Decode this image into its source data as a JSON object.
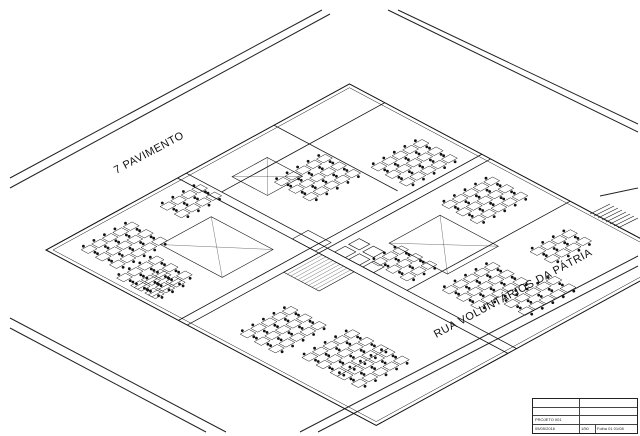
{
  "drawing": {
    "floor_label": "7 PAVIMENTO",
    "street_label": "RUA VOLUNTÁRIOS DA PÁTRIA",
    "line_color": "#1a1a1a",
    "background": "#ffffff"
  },
  "title_block": {
    "row1_left": "",
    "row1_right": "",
    "row2_left": "PROJETO 001",
    "row3_left": "05/05/2016",
    "row3_mid": "1/50",
    "row3_right": "Folha 01 01/08"
  },
  "icons": {
    "workstation": "desk-chair-cluster-icon",
    "sofa": "sofa-icon",
    "table": "table-icon"
  }
}
